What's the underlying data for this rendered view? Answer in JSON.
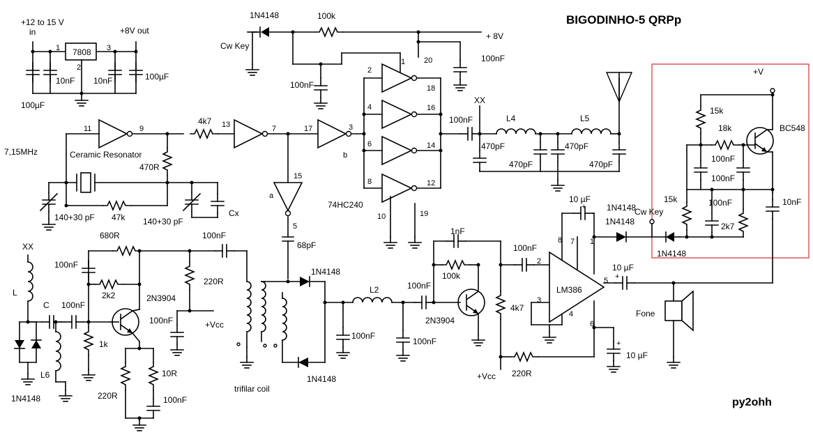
{
  "title": "BIGODINHO-5 QRPp",
  "author": "py2ohh",
  "regulator": {
    "input_label": "+12 to 15 V",
    "input_sub": "in",
    "output_label": "+8V out",
    "ic": "7808",
    "pin1": "1",
    "pin2": "2",
    "pin3": "3",
    "c_in_bulk": "100µF",
    "c_in": "10nF",
    "c_out": "10nF",
    "c_out_bulk": "100µF"
  },
  "keying": {
    "diode": "1N4148",
    "resistor": "100k",
    "cwkey": "Cw Key",
    "rail": "+ 8V",
    "pin20": "20",
    "decoupling": "100nF",
    "cap": "100nF"
  },
  "oscillator": {
    "freq": "7,15MHz",
    "resonator": "Ceramic Resonator",
    "pin11": "11",
    "pin9": "9",
    "r_470": "470R",
    "r_47k": "47k",
    "trim1": "140+30 pF",
    "trim2": "140+30 pF",
    "cx": "Cx"
  },
  "buffer": {
    "r_4k7": "4k7",
    "pin13": "13",
    "pin7": "7",
    "pin17": "17",
    "pin3": "3",
    "pin_b": "b",
    "pin15": "15",
    "pin_a": "a",
    "pin5": "5",
    "c_68p": "68pF"
  },
  "driver": {
    "chip": "74HC240",
    "pins": [
      "2",
      "1",
      "18",
      "4",
      "16",
      "6",
      "14",
      "8",
      "12",
      "10",
      "19"
    ],
    "c_out": "100nF",
    "xx": "XX"
  },
  "lowpass": {
    "l4": "L4",
    "l5": "L5",
    "caps": [
      "470pF",
      "470pF",
      "470pF",
      "470pF"
    ]
  },
  "rx_front": {
    "xx": "XX",
    "l": "L",
    "c": "C",
    "c_100n_a": "100nF",
    "c_100n_b": "100nF",
    "r_680": "680R",
    "r_2k2": "2k2",
    "r_1k": "1k",
    "r_220": "220R",
    "r_10": "10R",
    "c_100n_c": "100nF",
    "r_220b": "220R",
    "c_100n_d": "100nF",
    "q1": "2N3904",
    "l6": "L6",
    "diode": "1N4148",
    "vcc": "+Vcc",
    "c_100n_e": "100nF"
  },
  "mixer": {
    "coil": "trifilar coil",
    "d1": "1N4148",
    "d2": "1N4148",
    "l2": "L2",
    "c1": "100nF",
    "c2": "100nF",
    "c3": "100nF"
  },
  "audio_pre": {
    "c_1n": "1nF",
    "r_100k": "100k",
    "q2": "2N3904",
    "r_4k7": "4k7",
    "vcc": "+Vcc",
    "r_220": "220R",
    "c_100n": "100nF"
  },
  "amp": {
    "ic": "LM386",
    "c_in": "100nF",
    "c_10u_a": "10 µF",
    "c_10u_b": "10 µF",
    "c_10u_c": "10 µF",
    "phones": "Fone",
    "diode": "1N4148",
    "pins": [
      "8",
      "7",
      "1",
      "2",
      "3",
      "4",
      "5",
      "6"
    ]
  },
  "sidetone": {
    "vplus": "+V",
    "r_15k_a": "15k",
    "r_18k": "18k",
    "q": "BC548",
    "c_100n_a": "100nF",
    "c_100n_b": "100nF",
    "c_100n_c": "100nF",
    "r_15k_b": "15k",
    "r_2k7": "2k7",
    "c_10n": "10nF",
    "cwkey": "Cw Key",
    "diode_a": "1N4148",
    "diode_b": "1N4148"
  }
}
